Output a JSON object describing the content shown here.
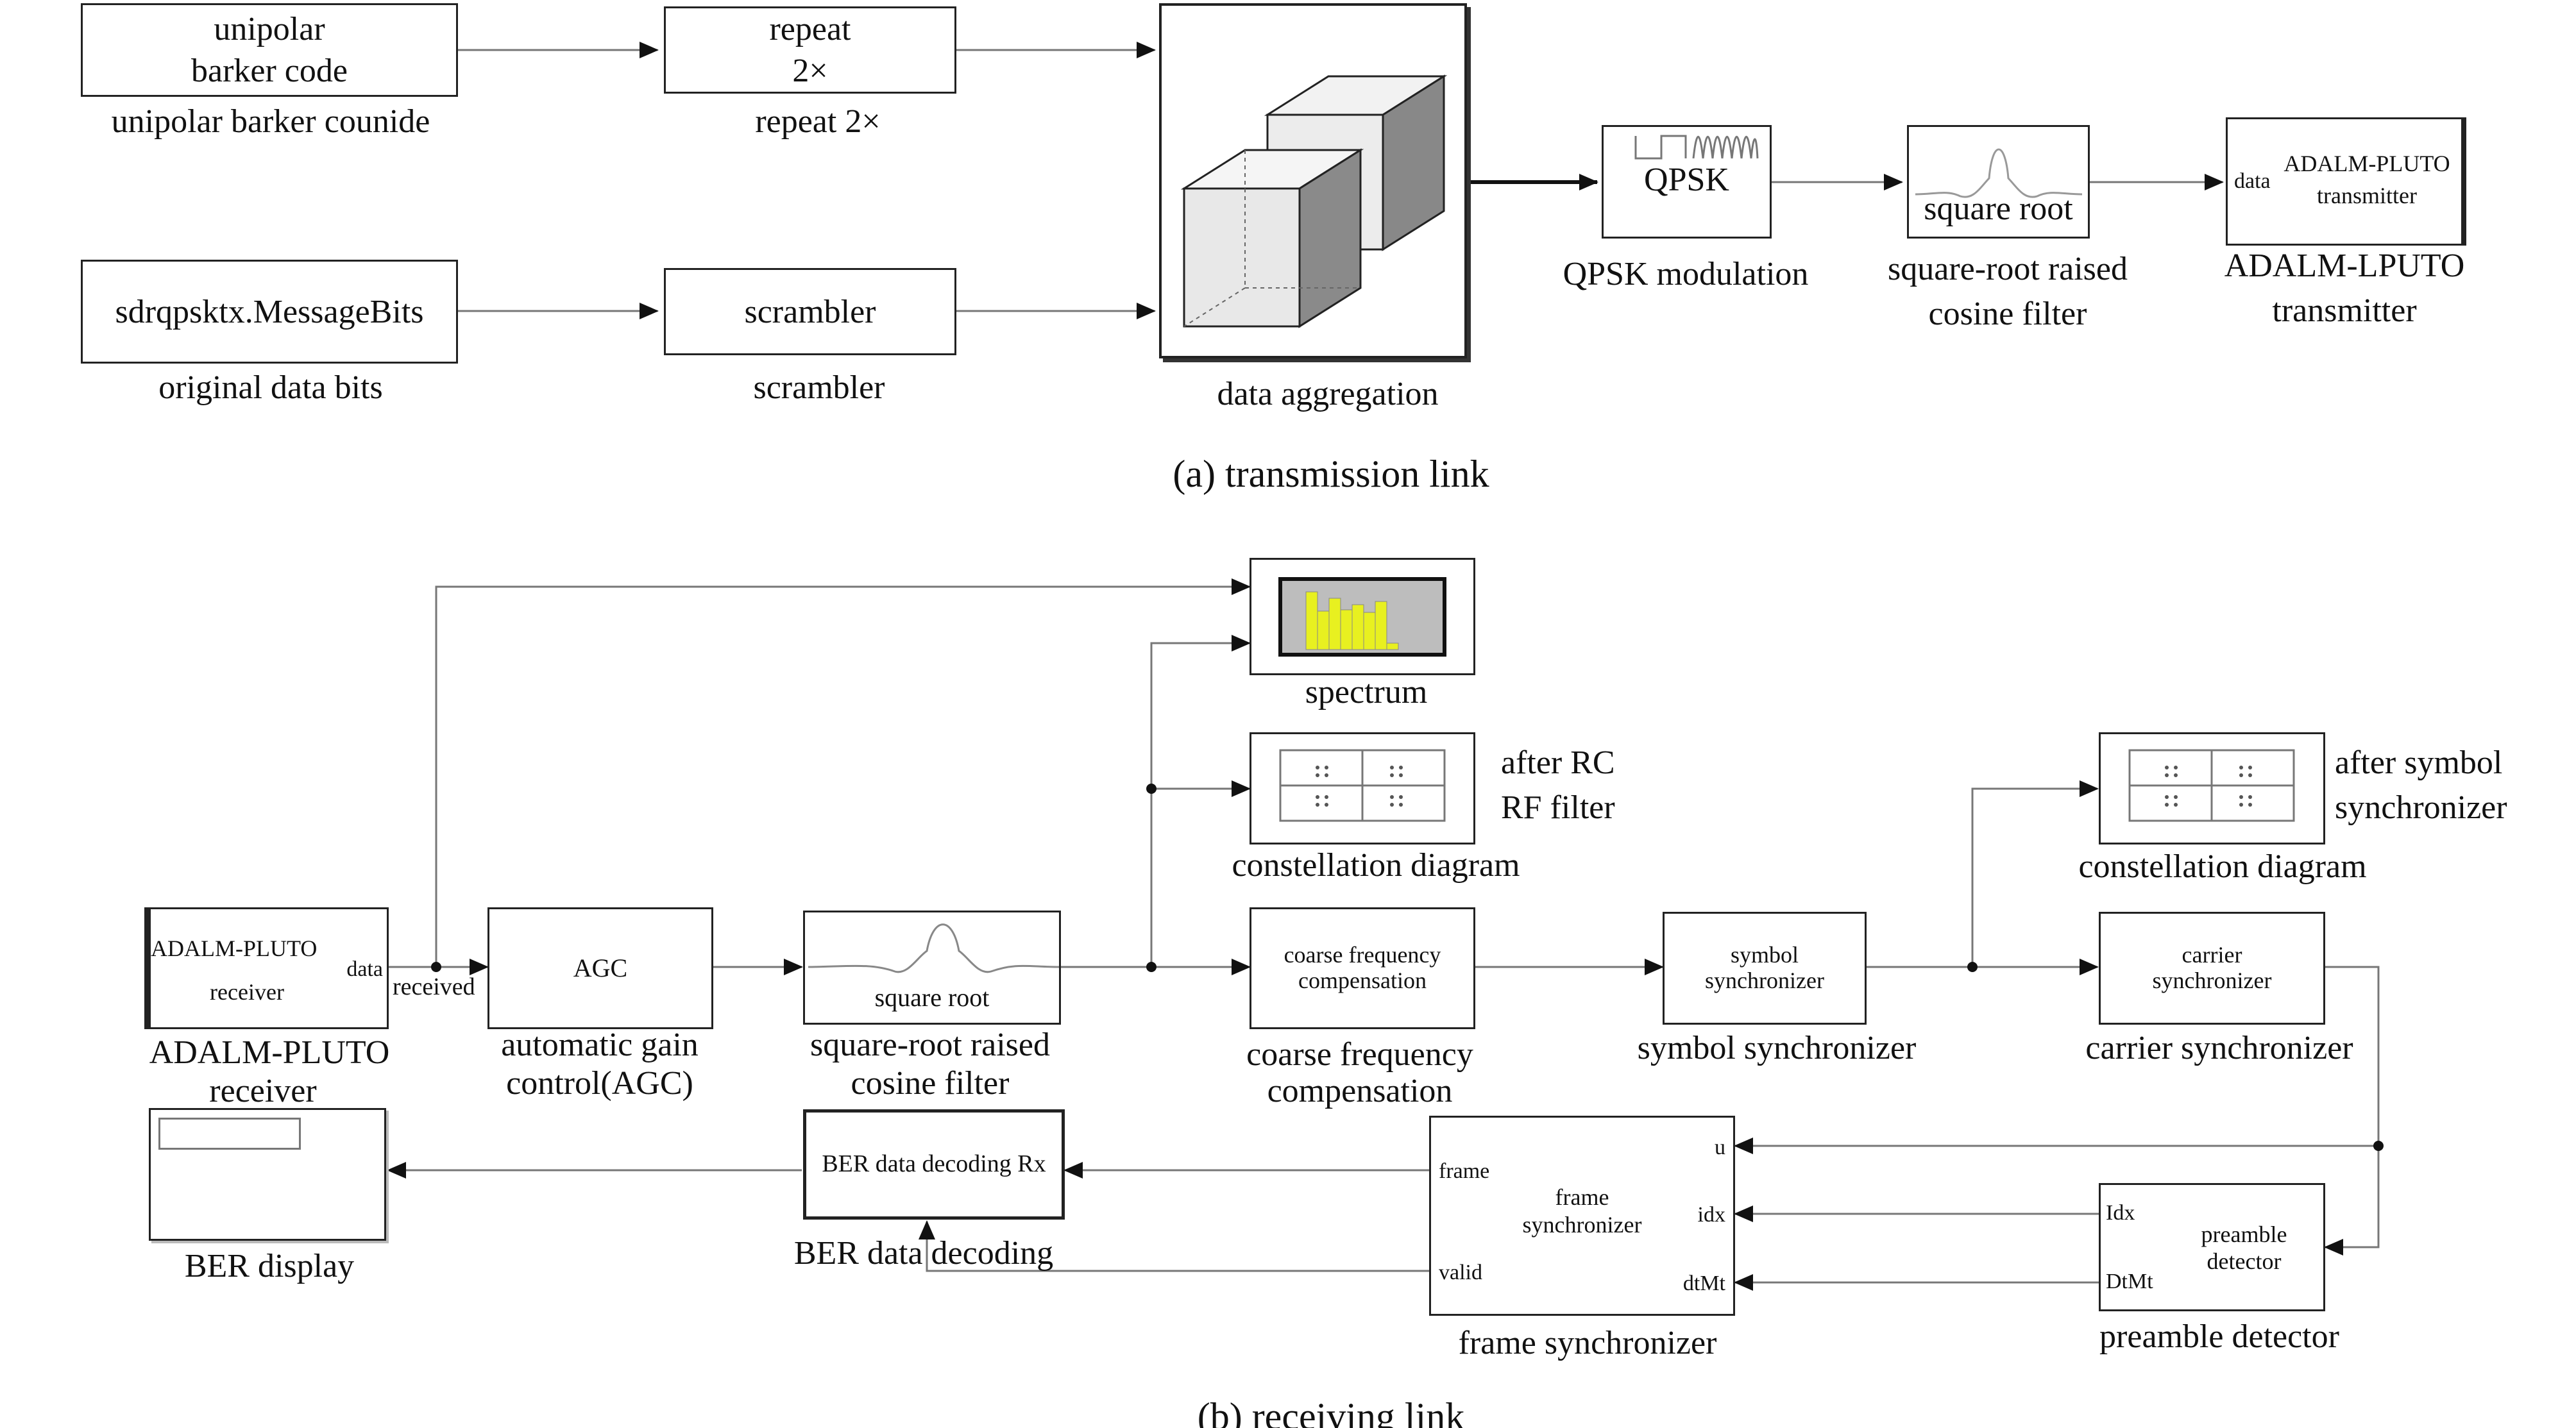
{
  "transmission": {
    "caption": "(a) transmission link",
    "blocks": {
      "barker": {
        "line1": "unipolar",
        "line2": "barker code",
        "label": "unipolar barker counide"
      },
      "repeat": {
        "line1": "repeat",
        "line2": "2×",
        "label": "repeat 2×"
      },
      "message": {
        "text": "sdrqpsktx.MessageBits",
        "label": "original data bits"
      },
      "scrambler": {
        "text": "scrambler",
        "label": "scrambler"
      },
      "aggregation": {
        "label": "data aggregation"
      },
      "qpsk": {
        "text": "QPSK",
        "label": "QPSK modulation"
      },
      "rrc": {
        "text": "square root",
        "label1": "square-root raised",
        "label2": "cosine filter"
      },
      "tx": {
        "port": "data",
        "line1": "ADALM-PLUTO",
        "line2": "transmitter",
        "label1": "ADALM-LPUTO",
        "label2": "transmitter"
      }
    }
  },
  "receiving": {
    "caption": "(b) receiving link",
    "blocks": {
      "rx": {
        "line1": "ADALM-PLUTO",
        "port": "data",
        "line2": "receiver",
        "label1": "ADALM-PLUTO",
        "label2": "receiver",
        "signal": "received"
      },
      "agc": {
        "text": "AGC",
        "label1": "automatic gain",
        "label2": "control(AGC)"
      },
      "rrc": {
        "text": "square root",
        "label1": "square-root raised",
        "label2": "cosine filter"
      },
      "spectrum": {
        "label": "spectrum"
      },
      "const1": {
        "label": "constellation diagram",
        "note1": "after RC",
        "note2": "RF filter"
      },
      "coarse": {
        "line1": "coarse frequency",
        "line2": "compensation",
        "label1": "coarse frequency",
        "label2": "compensation"
      },
      "symsync": {
        "line1": "symbol",
        "line2": "synchronizer",
        "label": "symbol synchronizer"
      },
      "const2": {
        "label": "constellation diagram",
        "note1": "after symbol",
        "note2": "synchronizer"
      },
      "carrier": {
        "line1": "carrier",
        "line2": "synchronizer",
        "label": "carrier synchronizer"
      },
      "preamble": {
        "port_idx": "Idx",
        "port_dtmt": "DtMt",
        "line1": "preamble",
        "line2": "detector",
        "label": "preamble detector"
      },
      "frame": {
        "port_frame": "frame",
        "port_valid": "valid",
        "port_u": "u",
        "port_idx": "idx",
        "port_dtmt": "dtMt",
        "line1": "frame",
        "line2": "synchronizer",
        "label": "frame synchronizer"
      },
      "berdec": {
        "text": "BER data decoding Rx",
        "label": "BER data decoding"
      },
      "berdisp": {
        "label": "BER display"
      }
    }
  },
  "colors": {
    "line": "#333333",
    "spectrum_bars": "#e8f020",
    "spectrum_bg": "#b8b8b8"
  }
}
